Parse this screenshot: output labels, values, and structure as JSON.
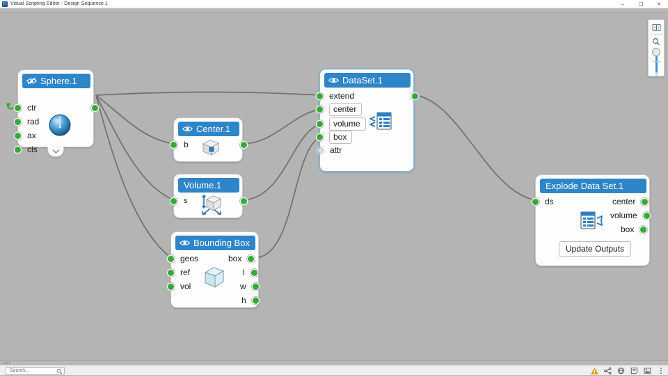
{
  "window": {
    "title": "Visual Scripting Editor - Design Sequence.1",
    "app_icon": "app-icon",
    "controls": {
      "minimize": "–",
      "maximize": "❑",
      "close": "✕"
    }
  },
  "navpanel": {
    "book_icon": "book-icon",
    "search_icon": "magnifier-icon",
    "zoom_slider": "zoom-slider"
  },
  "statusbar": {
    "search_placeholder": "Search...",
    "search_value": "",
    "icons": [
      {
        "name": "warning-icon",
        "glyph": "⚠",
        "color": "#E8A317"
      },
      {
        "name": "share-icon",
        "glyph": "≪",
        "color": "#555555"
      },
      {
        "name": "globe-icon",
        "glyph": "⊕",
        "color": "#555555"
      },
      {
        "name": "note-icon",
        "glyph": "▤",
        "color": "#555555"
      },
      {
        "name": "image-icon",
        "glyph": "▣",
        "color": "#555555"
      },
      {
        "name": "more-options-icon",
        "glyph": "⋮",
        "color": "#555555"
      }
    ]
  },
  "colors": {
    "canvas": "#b4b4b4",
    "header_blue": "#2e85c8",
    "port_green": "#35ab35",
    "wire": "#6f6f6f",
    "node_bg": "#fdfdfd",
    "title_text": "#333333",
    "warning": "#E8A317"
  },
  "nodes": [
    {
      "id": "sphere",
      "title": "Sphere.1",
      "visibility_icon": "eye-hidden-icon",
      "selected": false,
      "body_icon": "sphere-icon",
      "inputs": [
        "ctr",
        "rad",
        "ax",
        "cls"
      ],
      "outputs": [
        ""
      ],
      "collapse_icon": "chevron-down-icon"
    },
    {
      "id": "center",
      "title": "Center.1",
      "visibility_icon": "eye-visible-icon",
      "selected": false,
      "body_icon": "center-box-icon",
      "inputs": [
        "b"
      ],
      "outputs": [
        ""
      ]
    },
    {
      "id": "volume",
      "title": "Volume.1",
      "visibility_icon": "none",
      "selected": false,
      "body_icon": "volume-box-icon",
      "inputs": [
        "s"
      ],
      "outputs": [
        ""
      ]
    },
    {
      "id": "boundingbox",
      "title": "Bounding Box",
      "visibility_icon": "eye-visible-icon",
      "selected": false,
      "body_icon": "bounding-box-icon",
      "inputs": [
        "geos",
        "ref",
        "vol"
      ],
      "outputs": [
        "box",
        "l",
        "w",
        "h"
      ]
    },
    {
      "id": "dataset",
      "title": "DataSet.1",
      "visibility_icon": "eye-visible-icon",
      "selected": true,
      "body_icon": "dataset-icon",
      "inputs": [
        "extend",
        "center",
        "volume",
        "box",
        "attr"
      ],
      "boxed_inputs": [
        "center",
        "volume",
        "box"
      ],
      "optional_inputs": [
        "attr"
      ],
      "outputs": [
        ""
      ]
    },
    {
      "id": "explode",
      "title": "Explode Data Set.1",
      "visibility_icon": "none",
      "selected": false,
      "body_icon": "explode-dataset-icon",
      "inputs": [
        "ds"
      ],
      "outputs": [
        "center",
        "volume",
        "box"
      ],
      "button_label": "Update Outputs"
    }
  ],
  "connections": [
    {
      "from": "sphere.out",
      "to": "dataset.extend"
    },
    {
      "from": "sphere.out",
      "to": "center.b"
    },
    {
      "from": "sphere.out",
      "to": "volume.s"
    },
    {
      "from": "sphere.out",
      "to": "boundingbox.geos"
    },
    {
      "from": "center.out",
      "to": "dataset.center"
    },
    {
      "from": "volume.out",
      "to": "dataset.volume"
    },
    {
      "from": "boundingbox.box",
      "to": "dataset.box"
    },
    {
      "from": "dataset.out",
      "to": "explode.ds"
    }
  ]
}
